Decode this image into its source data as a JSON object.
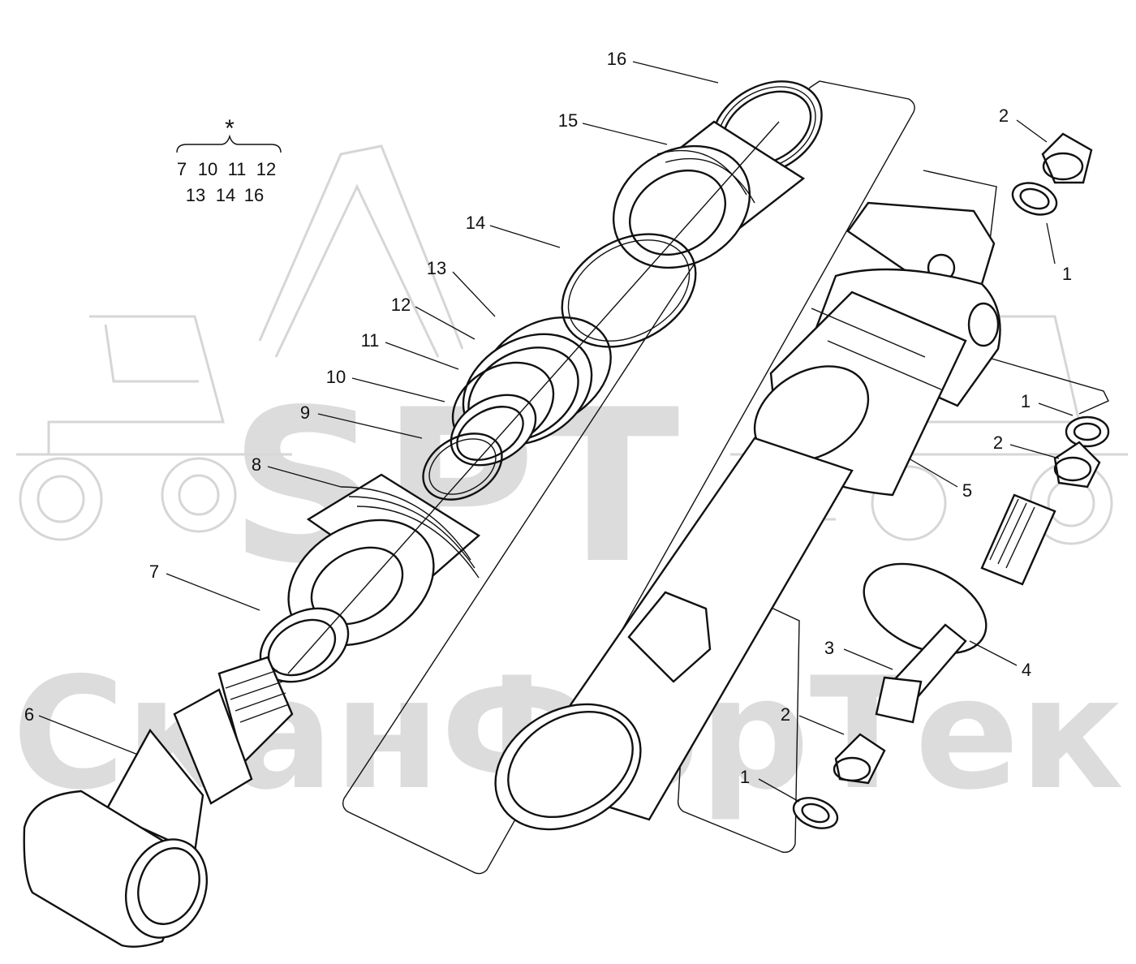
{
  "kit_note": {
    "symbol": "*",
    "row1": [
      "7",
      "10",
      "11",
      "12"
    ],
    "row2": [
      "13",
      "14",
      "16"
    ]
  },
  "watermark": {
    "logo": "SPT",
    "text": "СканФорТек"
  },
  "callouts": [
    {
      "id": "c16",
      "label": "16"
    },
    {
      "id": "c15",
      "label": "15"
    },
    {
      "id": "c14",
      "label": "14"
    },
    {
      "id": "c13",
      "label": "13"
    },
    {
      "id": "c12",
      "label": "12"
    },
    {
      "id": "c11",
      "label": "11"
    },
    {
      "id": "c10",
      "label": "10"
    },
    {
      "id": "c9",
      "label": "9"
    },
    {
      "id": "c8",
      "label": "8"
    },
    {
      "id": "c7",
      "label": "7"
    },
    {
      "id": "c6",
      "label": "6"
    },
    {
      "id": "c5",
      "label": "5"
    },
    {
      "id": "c4",
      "label": "4"
    },
    {
      "id": "c3",
      "label": "3"
    },
    {
      "id": "c2a",
      "label": "2"
    },
    {
      "id": "c1a",
      "label": "1"
    },
    {
      "id": "c1b",
      "label": "1"
    },
    {
      "id": "c2b",
      "label": "2"
    },
    {
      "id": "c2c",
      "label": "2"
    },
    {
      "id": "c1c",
      "label": "1"
    }
  ]
}
